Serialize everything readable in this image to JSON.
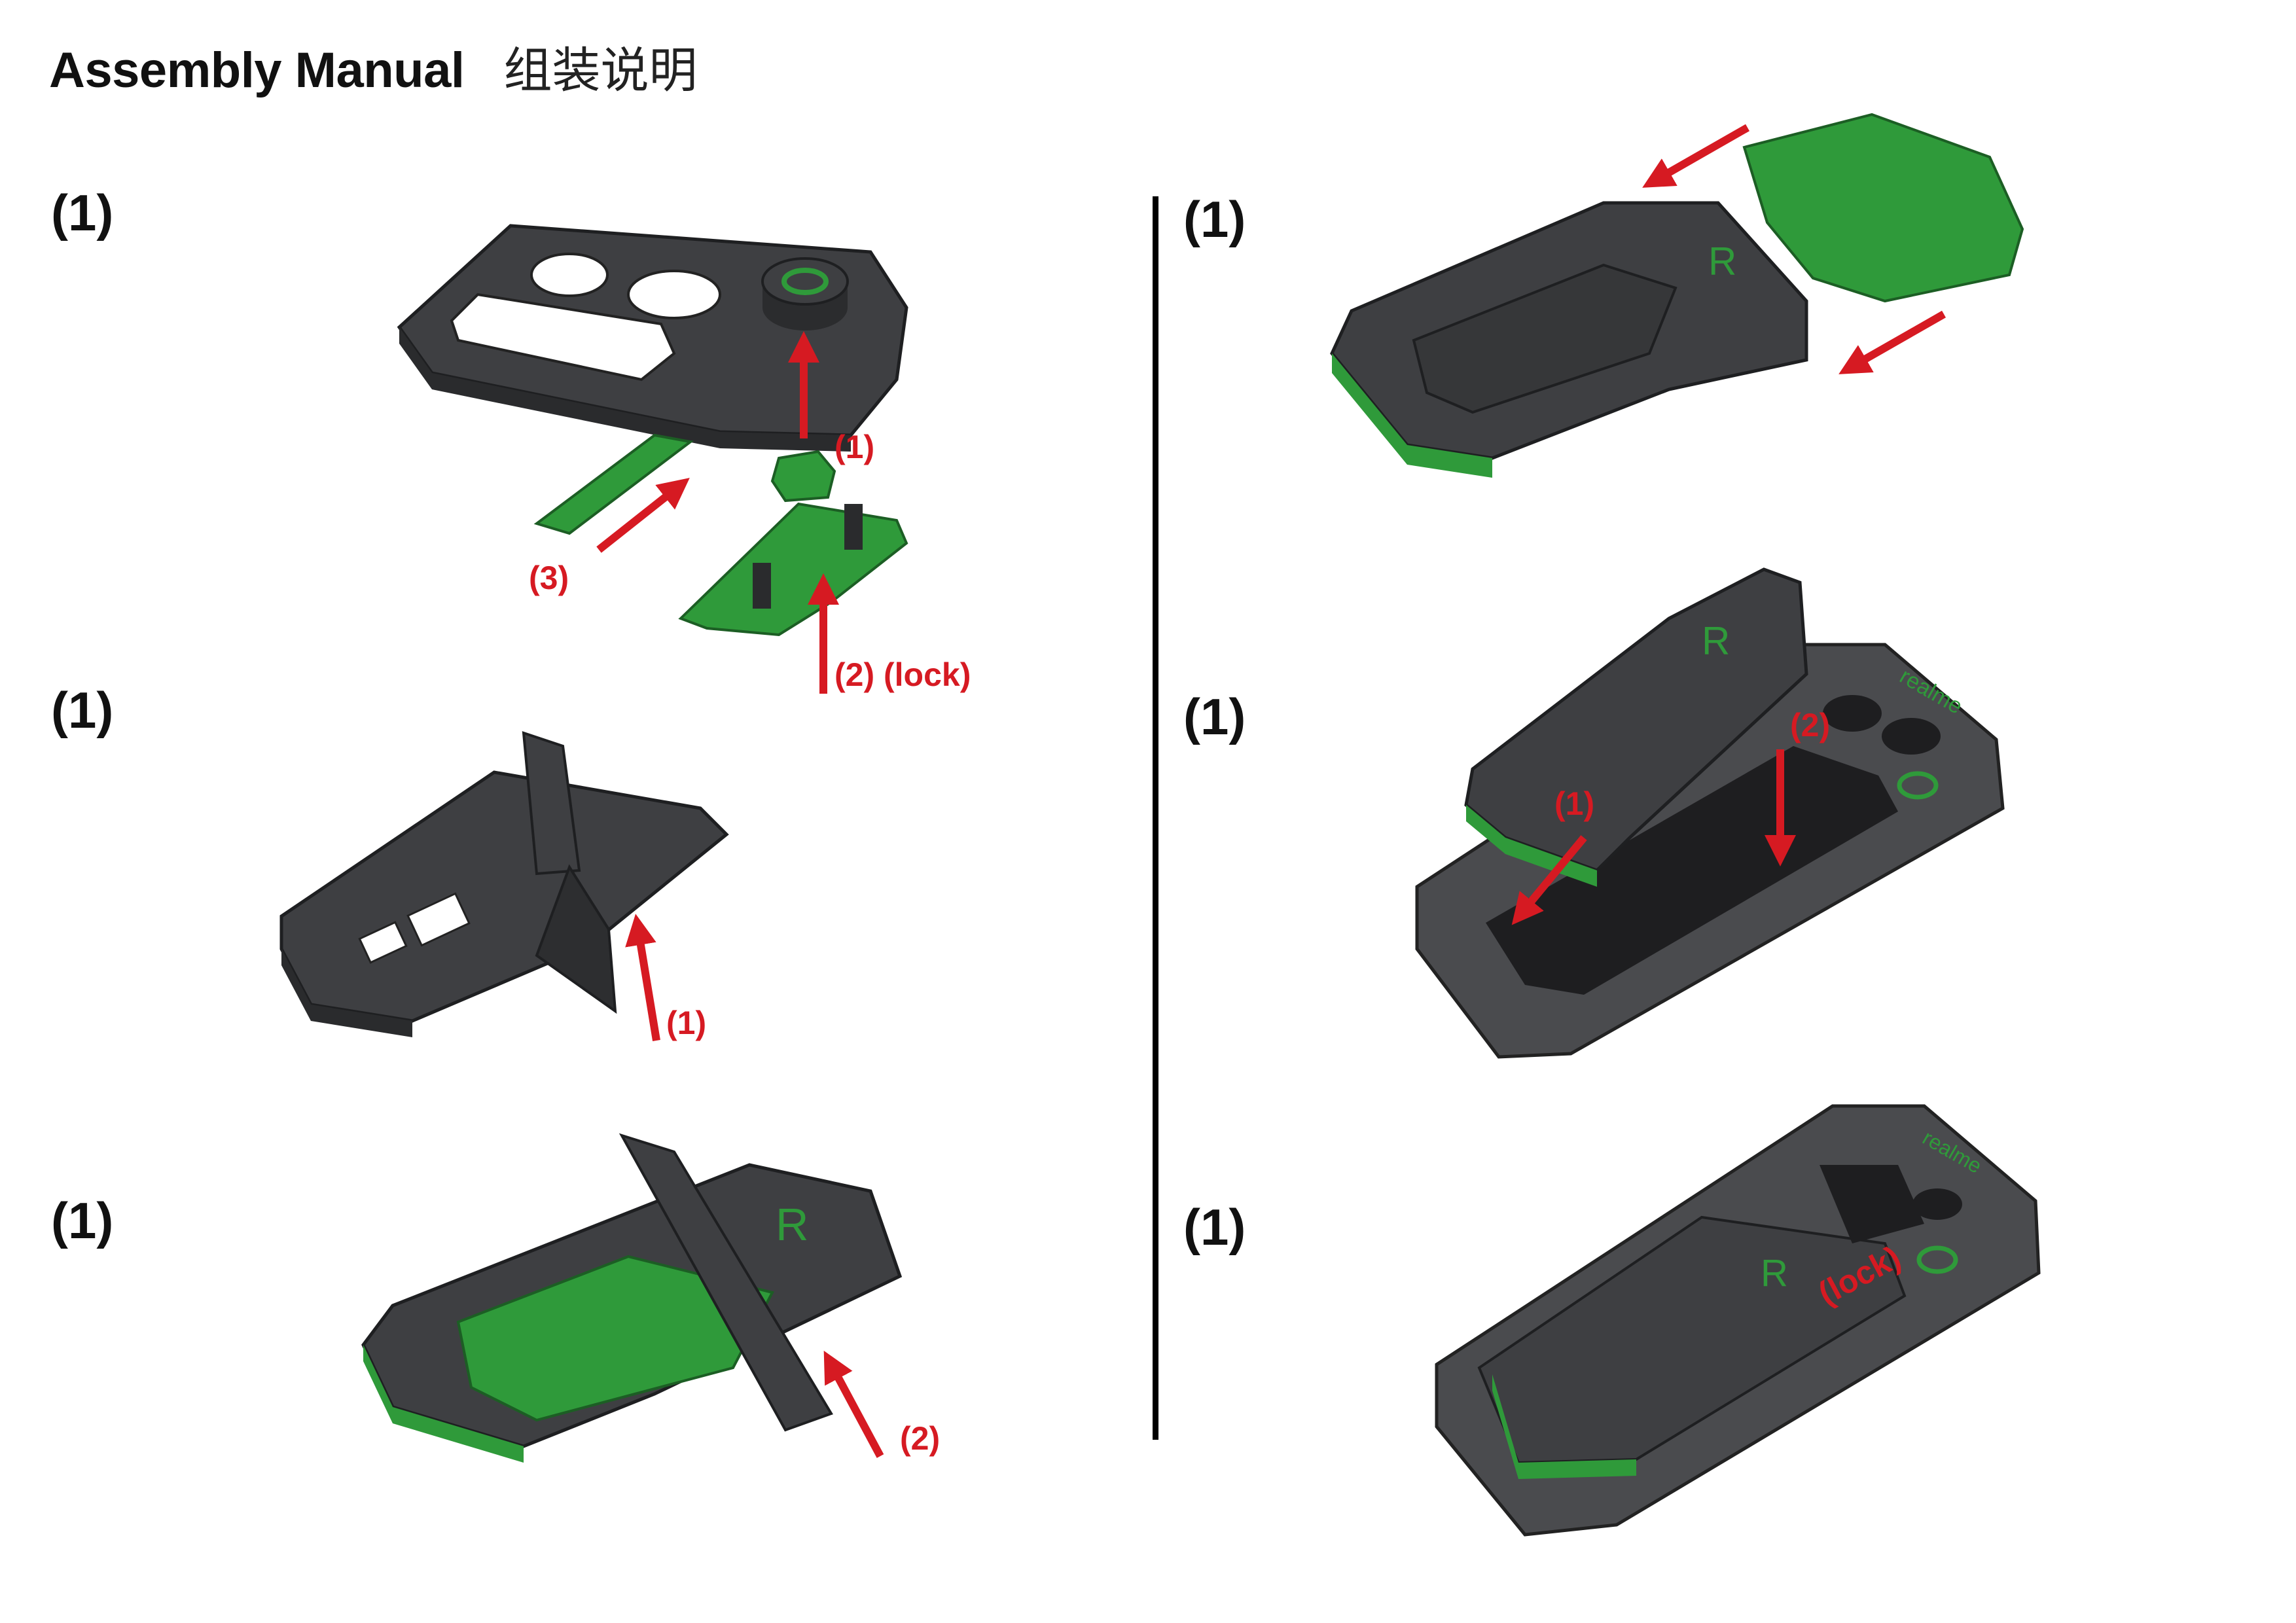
{
  "header": {
    "title_en": "Assembly Manual",
    "title_zh": "组装说明"
  },
  "steps": {
    "left_1": "(1)",
    "left_2": "(1)",
    "left_3": "(1)",
    "right_1": "(1)",
    "right_2": "(1)",
    "right_3": "(1)"
  },
  "callouts": {
    "a1": "(1)",
    "a2": "(2) (lock)",
    "a3": "(3)",
    "b1": "(1)",
    "c1": "(2)",
    "e1": "(1)",
    "e2": "(2)",
    "f1": "(lock)"
  },
  "branding": {
    "phone_brand": "realme",
    "logo_letter": "R"
  },
  "colors": {
    "dark_part": "#3e3f42",
    "green_part": "#2f9a3a",
    "arrow": "#d61a22"
  }
}
